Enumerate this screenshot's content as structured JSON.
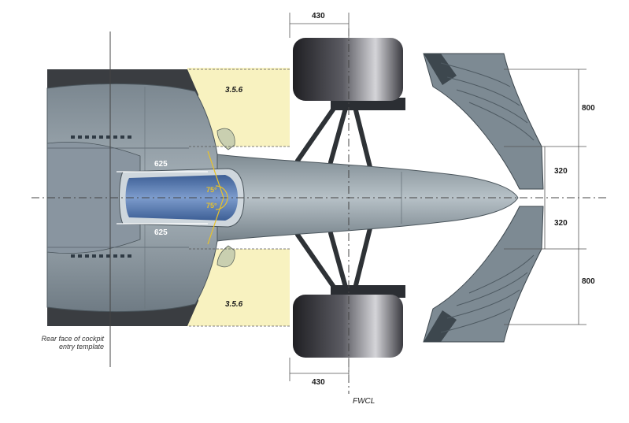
{
  "dimensions": {
    "wheel_width_top": "430",
    "wheel_width_bottom": "430",
    "wing_outer_top": "800",
    "wing_inner_top": "320",
    "wing_inner_bottom": "320",
    "wing_outer_bottom": "800",
    "cockpit_top": "625",
    "cockpit_bottom": "625",
    "angle_top": "75°",
    "angle_bottom": "75°"
  },
  "zones": {
    "top_label": "3.5.6",
    "bottom_label": "3.5.6"
  },
  "notes": {
    "rear_face": "Rear face of cockpit entry template",
    "fwcl": "FWCL"
  },
  "colors": {
    "body": "#8f9aa2",
    "body_dark": "#5f6b73",
    "tyre": "#2b2b2f",
    "zone": "#f8f2c0",
    "cockpit": "#4b6fa8",
    "angle": "#e8c22a"
  }
}
